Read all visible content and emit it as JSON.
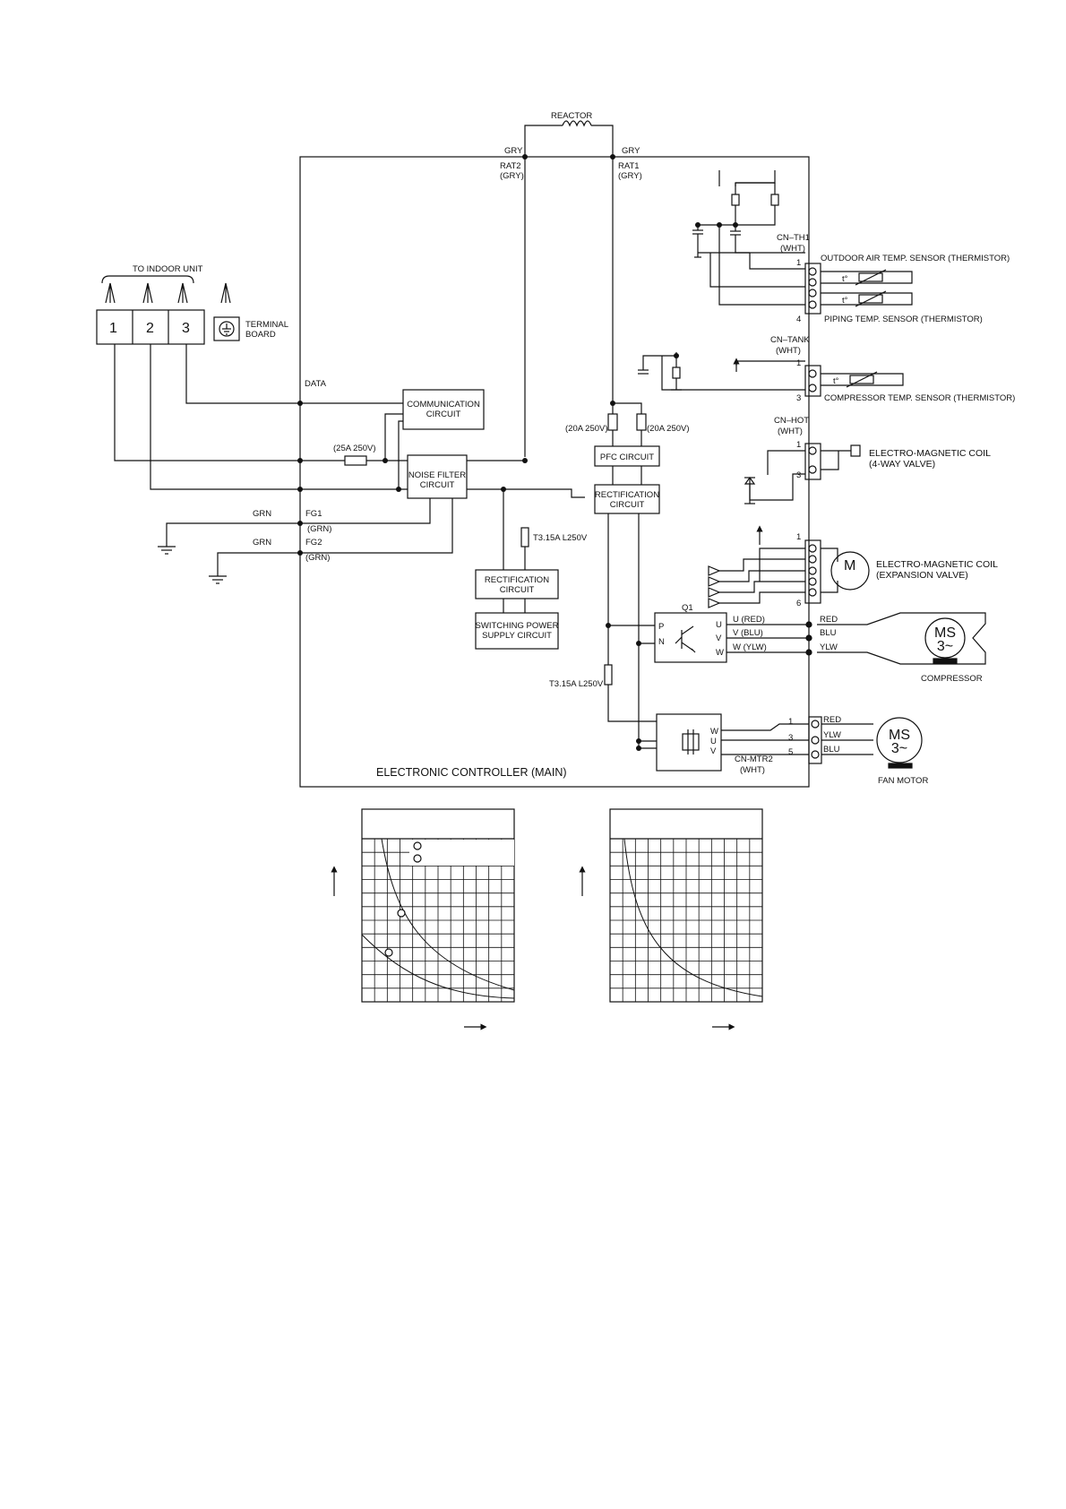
{
  "top": {
    "reactor": "REACTOR",
    "gry_left": "GRY",
    "gry_right": "GRY",
    "rat2": "RAT2",
    "rat2_color": "(GRY)",
    "rat1": "RAT1",
    "rat1_color": "(GRY)"
  },
  "indoor": {
    "title": "TO INDOOR UNIT",
    "terminals": [
      "1",
      "2",
      "3"
    ],
    "terminal_board": [
      "TERMINAL",
      "BOARD"
    ]
  },
  "left": {
    "data": "DATA",
    "fuse_25a": "(25A 250V)",
    "grn1": "GRN",
    "fg1": "FG1",
    "fg1_color": "(GRN)",
    "grn2": "GRN",
    "fg2": "FG2",
    "fg2_color": "(GRN)"
  },
  "blocks": {
    "communication": [
      "COMMUNICATION",
      "CIRCUIT"
    ],
    "noise_filter": [
      "NOISE FILTER",
      "CIRCUIT"
    ],
    "pfc": "PFC CIRCUIT",
    "rectification_main": [
      "RECTIFICATION",
      "CIRCUIT"
    ],
    "rectification_sub": [
      "RECTIFICATION",
      "CIRCUIT"
    ],
    "switching_power": [
      "SWITCHING POWER",
      "SUPPLY CIRCUIT"
    ],
    "controller": "ELECTRONIC CONTROLLER (MAIN)"
  },
  "fuses": {
    "fuse_20a_left": "(20A 250V)",
    "fuse_20a_right": "(20A 250V)",
    "t315_upper": "T3.15A L250V",
    "t315_lower": "T3.15A L250V"
  },
  "sensors": {
    "cn_th1": "CN–TH1",
    "cn_th1_color": "(WHT)",
    "outdoor_air": "OUTDOOR AIR TEMP. SENSOR (THERMISTOR)",
    "piping": "PIPING TEMP. SENSOR (THERMISTOR)",
    "pin_1a": "1",
    "pin_4": "4",
    "cn_tank": "CN–TANK",
    "cn_tank_color": "(WHT)",
    "pin_1b": "1",
    "pin_3a": "3",
    "compressor_temp": "COMPRESSOR TEMP. SENSOR (THERMISTOR)",
    "t_mark": "t°"
  },
  "hot": {
    "cn_hot": "CN–HOT",
    "cn_hot_color": "(WHT)",
    "pin_1": "1",
    "pin_3": "3",
    "coil": [
      "ELECTRO-MAGNETIC COIL",
      "(4-WAY VALVE)"
    ]
  },
  "expansion": {
    "pin_1": "1",
    "pin_6": "6",
    "motor_m": "M",
    "coil": [
      "ELECTRO-MAGNETIC COIL",
      "(EXPANSION VALVE)"
    ]
  },
  "inverter": {
    "q1": "Q1",
    "p": "P",
    "n": "N",
    "u": "U",
    "v": "V",
    "w": "W",
    "u_wire": "U (RED)",
    "v_wire": "V (BLU)",
    "w_wire": "W (YLW)",
    "red": "RED",
    "blu": "BLU",
    "ylw": "YLW",
    "ms": "MS",
    "phase": "3~",
    "compressor": "COMPRESSOR"
  },
  "fan": {
    "w": "W",
    "u": "U",
    "v": "V",
    "pin_1": "1",
    "pin_3": "3",
    "pin_5": "5",
    "red": "RED",
    "ylw": "YLW",
    "blu": "BLU",
    "cn_mtr2": "CN-MTR2",
    "cn_mtr2_color": "(WHT)",
    "ms": "MS",
    "phase": "3~",
    "fan_motor": "FAN MOTOR"
  },
  "graphs": {
    "count": 2,
    "grid_rows": 11,
    "grid_cols": 12
  }
}
